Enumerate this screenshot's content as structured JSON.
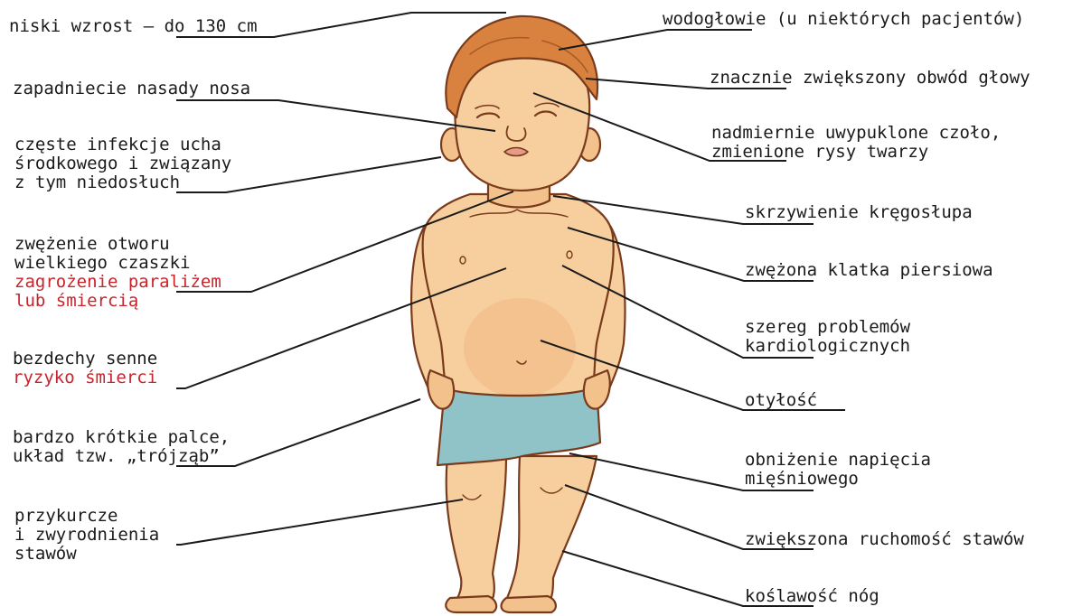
{
  "colors": {
    "text": "#1a1a1a",
    "warning": "#c8242b",
    "line": "#1a1a1a",
    "skin": "#f7cf9e",
    "skin_shade": "#e9a974",
    "outline": "#7a3b1d",
    "hair": "#d9823f",
    "shorts": "#8fc3c8"
  },
  "illustration": {
    "subject": "child-figure",
    "icon": "child-figure-icon"
  },
  "labels": {
    "short_stature": "niski wzrost – do 130 cm",
    "nasal_bridge": "zapadniecie nasady nosa",
    "ear_line1": "częste infekcje ucha",
    "ear_line2": "środkowego i związany",
    "ear_line3": "z tym niedosłuch",
    "foramen_line1": "zwężenie otworu",
    "foramen_line2": "wielkiego czaszki",
    "foramen_line3": "zagrożenie paraliżem",
    "foramen_line4": "lub śmiercią",
    "apnea_line1": "bezdechy senne",
    "apnea_line2": "ryzyko śmierci",
    "fingers_line1": "bardzo krótkie palce,",
    "fingers_line2": "układ tzw. „trójząb”",
    "contractures_line1": "przykurcze",
    "contractures_line2": "i zwyrodnienia",
    "contractures_line3": "stawów",
    "hydrocephalus": "wodogłowie (u niektórych pacjentów)",
    "head_circ": "znacznie zwiększony obwód głowy",
    "forehead_line1": "nadmiernie uwypuklone czoło,",
    "forehead_line2": "zmienione rysy twarzy",
    "spine": "skrzywienie kręgosłupa",
    "chest": "zwężona klatka piersiowa",
    "cardio_line1": "szereg problemów",
    "cardio_line2": "kardiologicznych",
    "obesity": "otyłość",
    "hypotonia_line1": "obniżenie napięcia",
    "hypotonia_line2": "mięśniowego",
    "joint_mobility": "zwiększona ruchomość stawów",
    "bowlegs": "koślawość nóg"
  }
}
